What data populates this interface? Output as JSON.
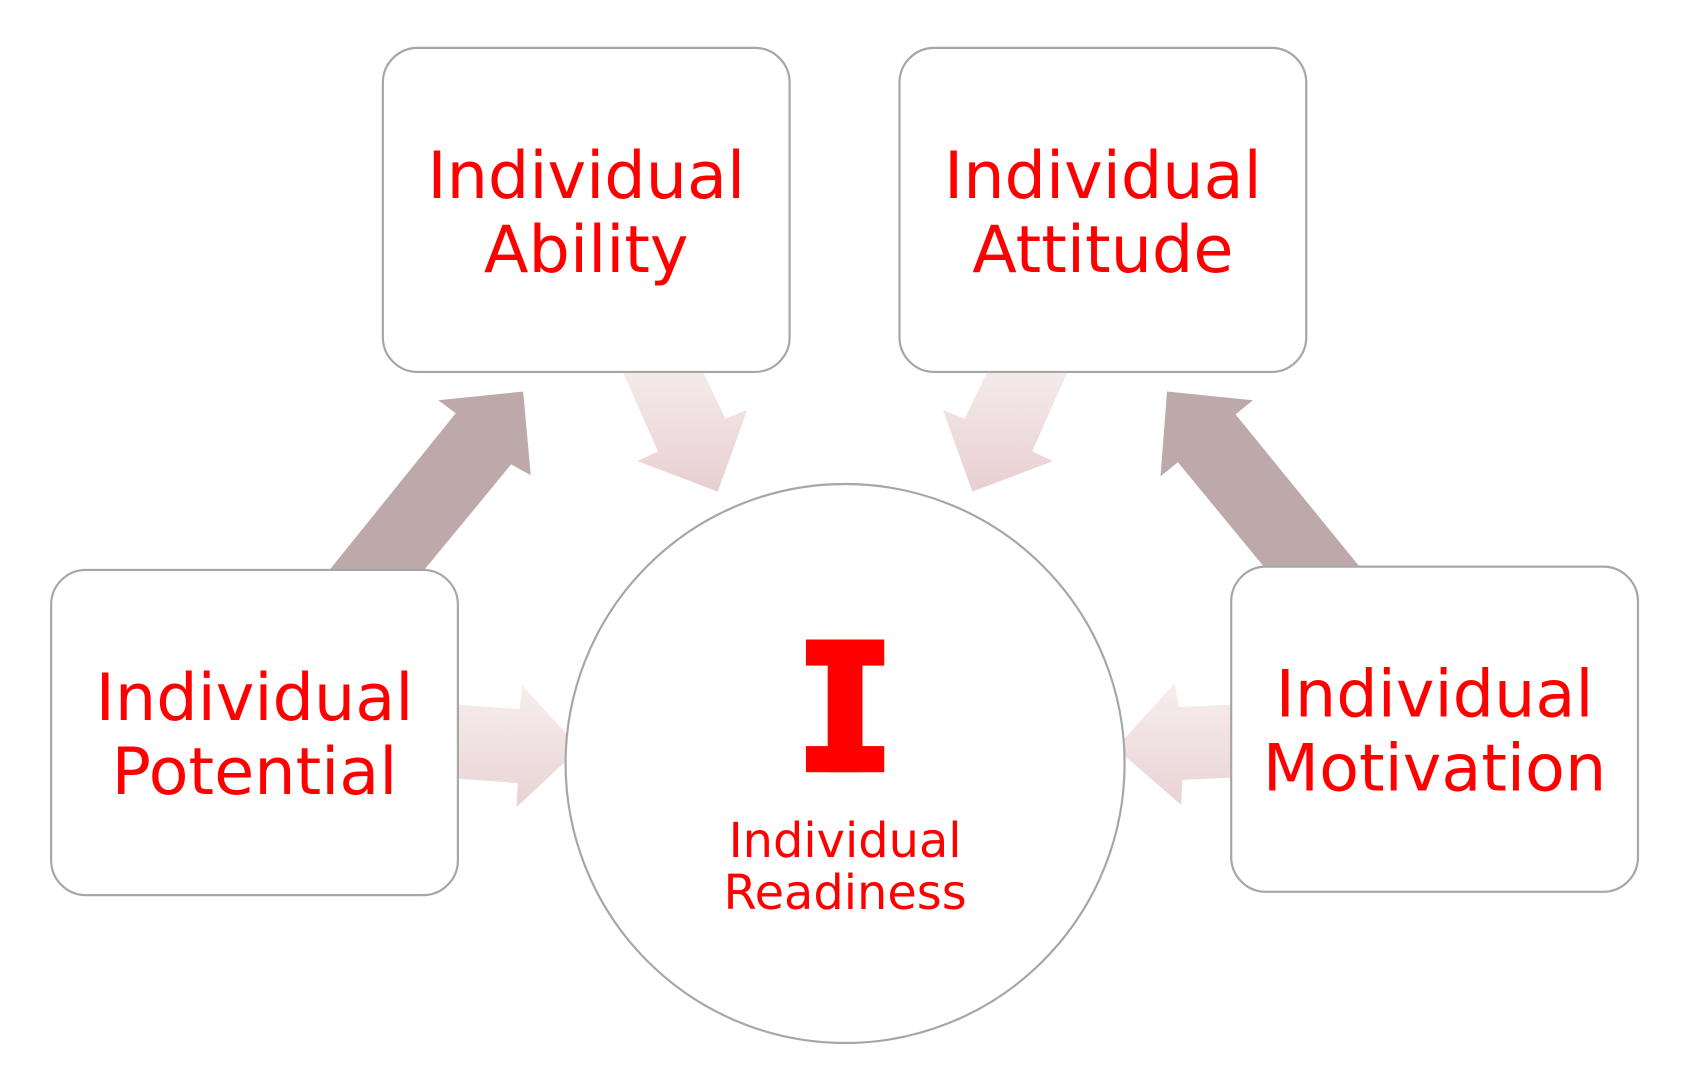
{
  "nodes": {
    "ability": {
      "line1": "Individual",
      "line2": "Ability"
    },
    "attitude": {
      "line1": "Individual",
      "line2": "Attitude"
    },
    "potential": {
      "line1": "Individual",
      "line2": "Potential"
    },
    "motivation": {
      "line1": "Individual",
      "line2": "Motivation"
    },
    "center": {
      "letter": "I",
      "line1": "Individual",
      "line2": "Readiness"
    }
  },
  "colors": {
    "text": "#ff0000",
    "dark_arrow": "#bda9aa",
    "light_arrow": "#ead5d6",
    "border": "#a6a6a6"
  }
}
